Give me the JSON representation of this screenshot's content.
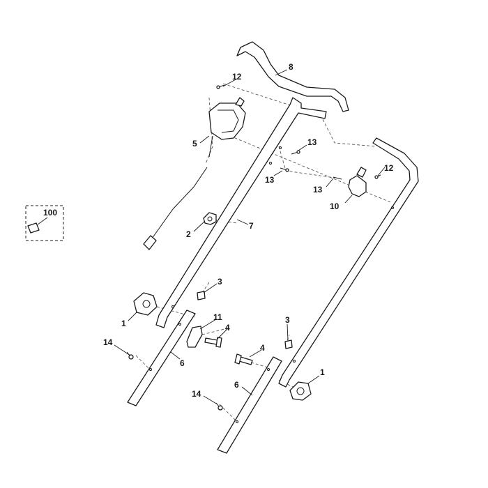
{
  "diagram": {
    "callouts": [
      {
        "id": "c-8",
        "text": "8"
      },
      {
        "id": "c-12a",
        "text": "12"
      },
      {
        "id": "c-5",
        "text": "5"
      },
      {
        "id": "c-13a",
        "text": "13"
      },
      {
        "id": "c-13b",
        "text": "13"
      },
      {
        "id": "c-12b",
        "text": "12"
      },
      {
        "id": "c-13c",
        "text": "13"
      },
      {
        "id": "c-10",
        "text": "10"
      },
      {
        "id": "c-100",
        "text": "100"
      },
      {
        "id": "c-2",
        "text": "2"
      },
      {
        "id": "c-7",
        "text": "7"
      },
      {
        "id": "c-3a",
        "text": "3"
      },
      {
        "id": "c-1a",
        "text": "1"
      },
      {
        "id": "c-11",
        "text": "11"
      },
      {
        "id": "c-4a",
        "text": "4"
      },
      {
        "id": "c-3b",
        "text": "3"
      },
      {
        "id": "c-14a",
        "text": "14"
      },
      {
        "id": "c-6a",
        "text": "6"
      },
      {
        "id": "c-4b",
        "text": "4"
      },
      {
        "id": "c-1b",
        "text": "1"
      },
      {
        "id": "c-6b",
        "text": "6"
      },
      {
        "id": "c-14b",
        "text": "14"
      }
    ]
  }
}
